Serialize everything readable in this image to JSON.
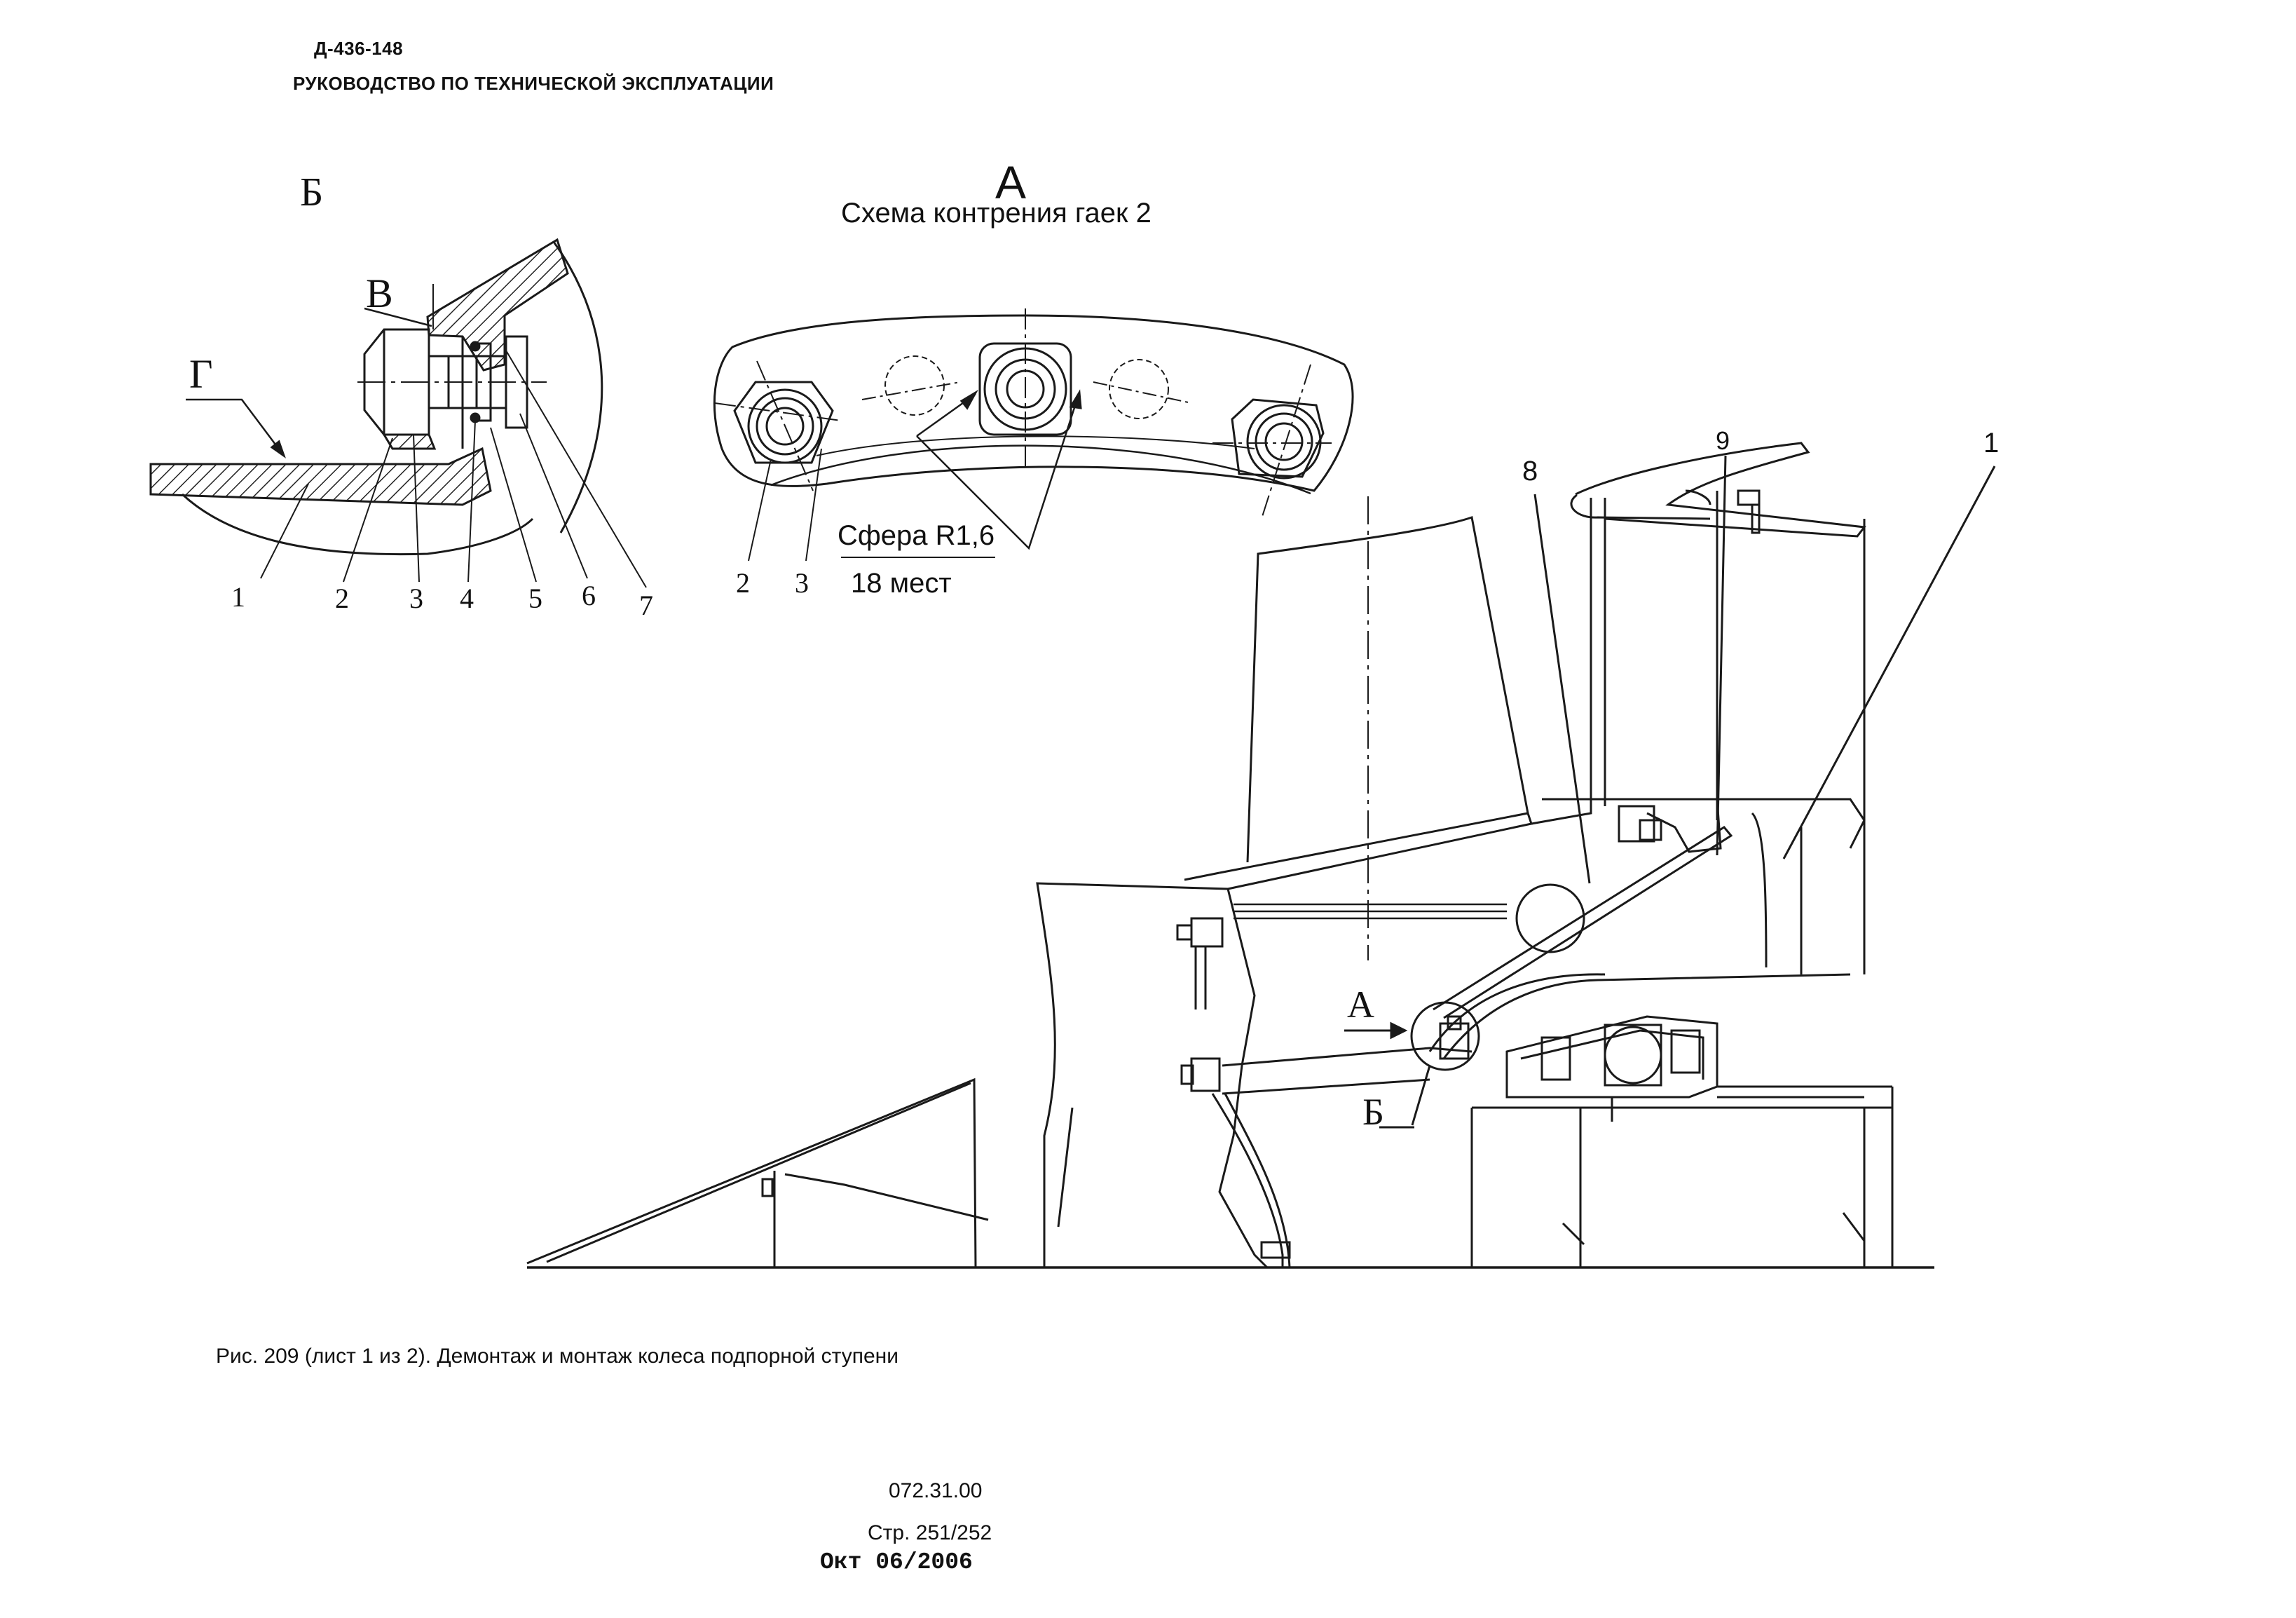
{
  "header": {
    "doc_number": "Д-436-148",
    "doc_title": "РУКОВОДСТВО ПО ТЕХНИЧЕСКОЙ ЭКСПЛУАТАЦИИ"
  },
  "detail_b": {
    "view_label": "Б",
    "label_v": "В",
    "label_g": "Г",
    "callouts": [
      "1",
      "2",
      "3",
      "4",
      "5",
      "6",
      "7"
    ]
  },
  "view_a": {
    "view_label": "А",
    "subtitle": "Схема контрения гаек 2",
    "sphere_note": "Сфера R1,6",
    "places_note": "18 мест",
    "callouts": [
      "2",
      "3"
    ]
  },
  "main_view": {
    "callouts": [
      "8",
      "9",
      "1"
    ],
    "view_arrow_label": "А",
    "detail_label": "Б"
  },
  "caption": "Рис. 209 (лист 1 из 2). Демонтаж и монтаж колеса подпорной ступени",
  "footer": {
    "section_code": "072.31.00",
    "page": "Стр. 251/252",
    "date": "Окт 06/2006"
  }
}
